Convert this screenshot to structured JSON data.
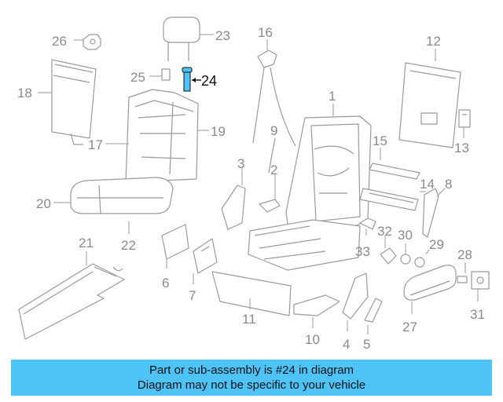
{
  "highlight": {
    "part": "24",
    "color": "#4dc3f7"
  },
  "banner": {
    "line1": "Part or sub-assembly is #24 in diagram",
    "line2": "Diagram may not be specific to your vehicle",
    "color": "#4dc3f7"
  },
  "callouts": {
    "c1": "1",
    "c2": "2",
    "c3": "3",
    "c4": "4",
    "c5": "5",
    "c6": "6",
    "c7": "7",
    "c8": "8",
    "c9": "9",
    "c10": "10",
    "c11": "11",
    "c12": "12",
    "c13": "13",
    "c14": "14",
    "c15": "15",
    "c16": "16",
    "c17": "17",
    "c18": "18",
    "c19": "19",
    "c20": "20",
    "c21": "21",
    "c22": "22",
    "c23": "23",
    "c24": "24",
    "c25": "25",
    "c26": "26",
    "c27": "27",
    "c28": "28",
    "c29": "29",
    "c30": "30",
    "c31": "31",
    "c32": "32",
    "c33": "33"
  }
}
